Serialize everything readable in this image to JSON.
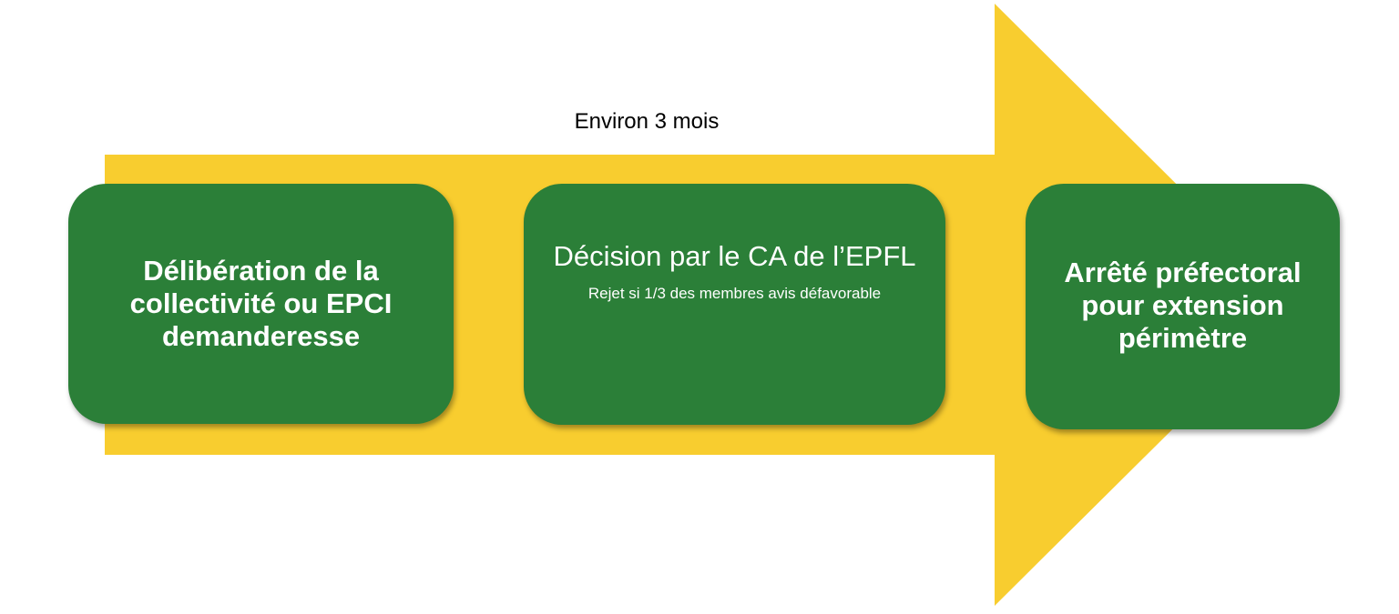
{
  "colors": {
    "arrow": "#F8CD2F",
    "box": "#2B7F38",
    "text": "#FFFFFF"
  },
  "duration_label": "Environ 3 mois",
  "steps": [
    {
      "title": "Délibération de la collectivité ou EPCI demanderesse"
    },
    {
      "title": "Décision par le CA de l’EPFL",
      "note": "Rejet si 1/3 des membres avis défavorable"
    },
    {
      "title": "Arrêté préfectoral pour extension périmètre"
    }
  ]
}
